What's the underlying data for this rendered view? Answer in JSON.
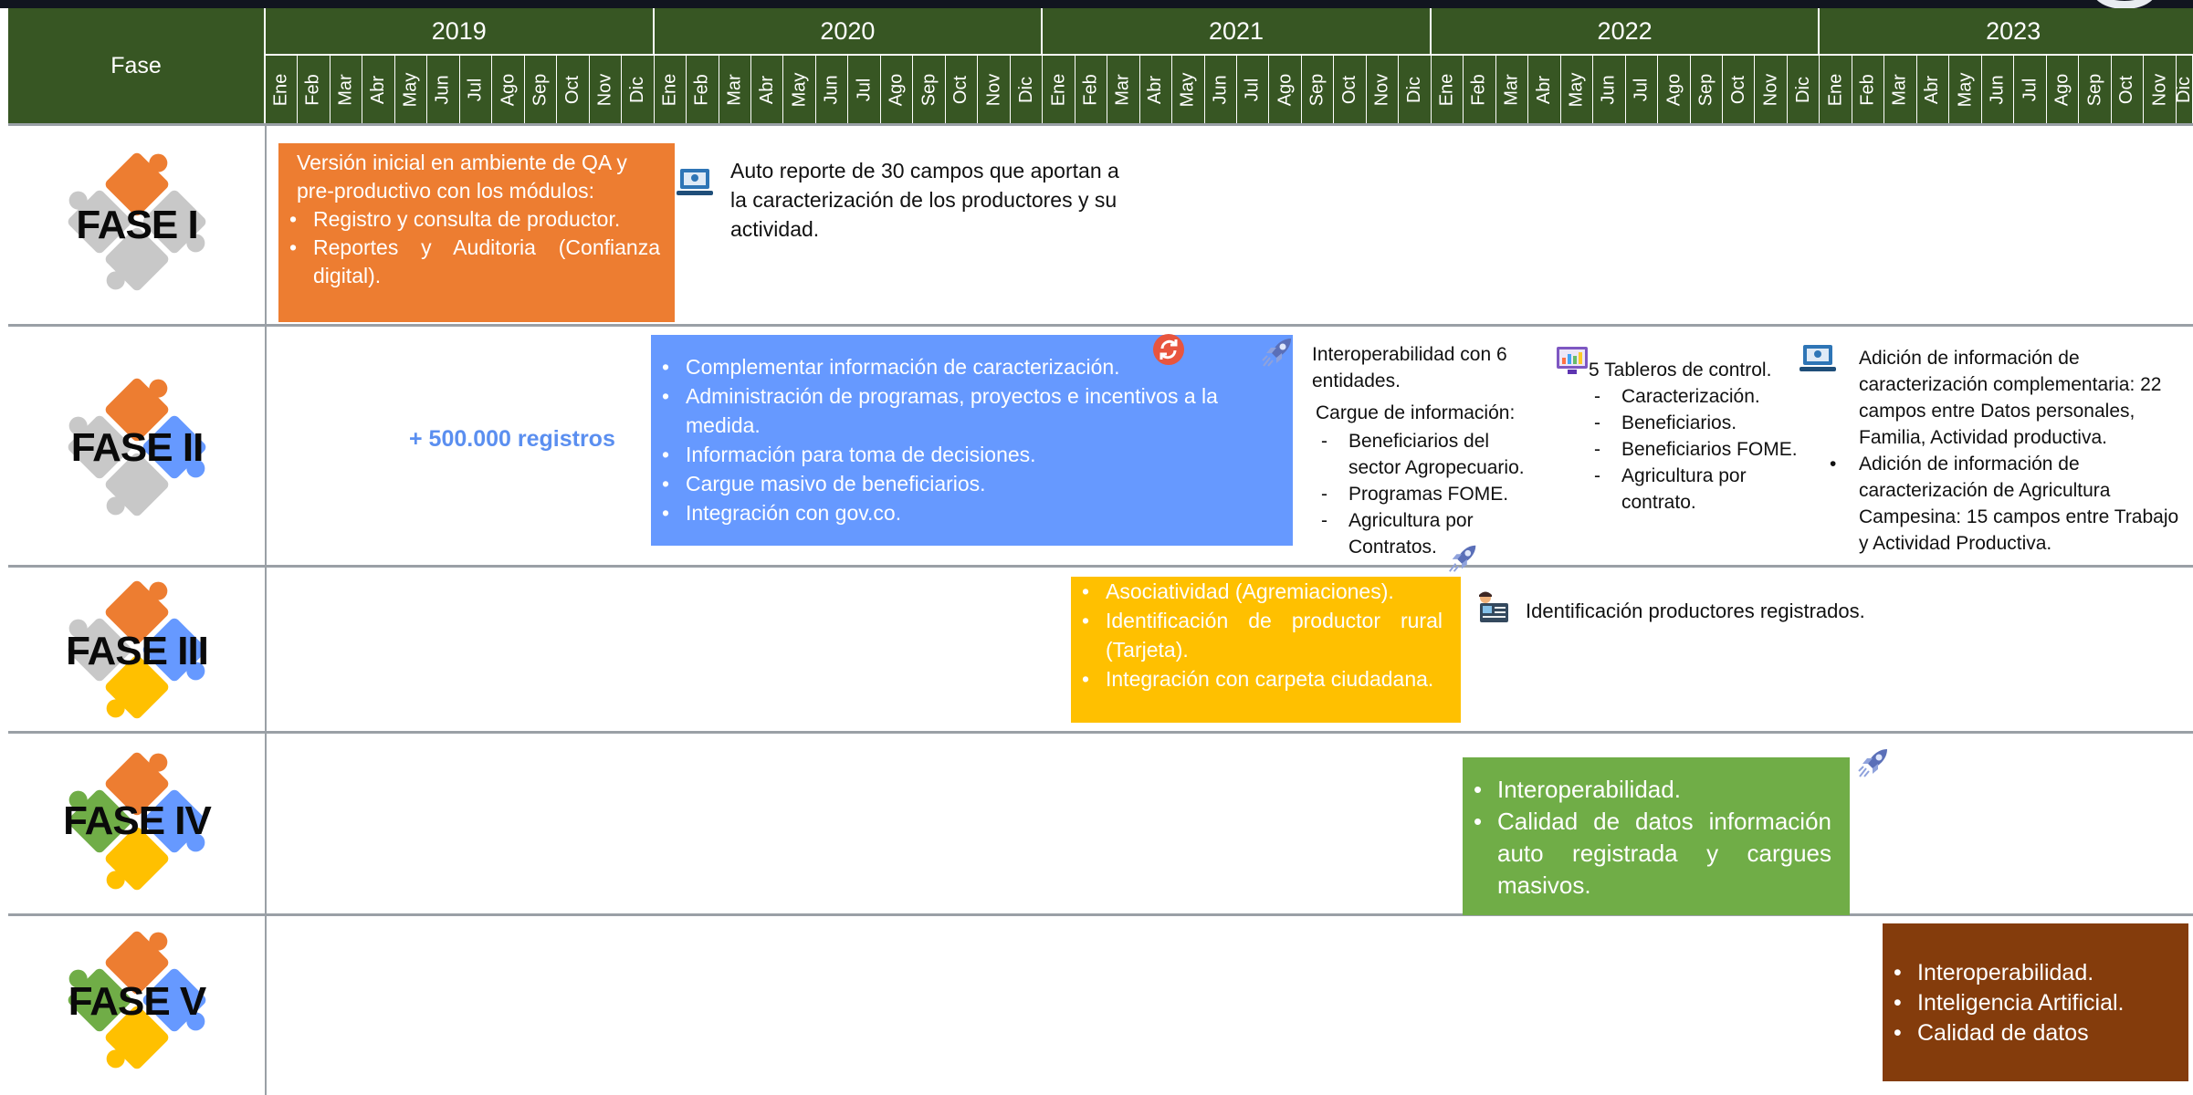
{
  "header": {
    "fase_label": "Fase",
    "years": [
      "2019",
      "2020",
      "2021",
      "2022",
      "2023"
    ],
    "months": [
      "Ene",
      "Feb",
      "Mar",
      "Abr",
      "May",
      "Jun",
      "Jul",
      "Ago",
      "Sep",
      "Oct",
      "Nov",
      "Dic"
    ]
  },
  "colors": {
    "header_green": "#375623",
    "phase1_orange": "#ed7d31",
    "phase2_blue": "#6699ff",
    "phase3_yellow": "#ffc000",
    "phase4_green": "#70ad47",
    "phase5_brown": "#843c0c",
    "registros_blue": "#5b8ff0"
  },
  "phases": {
    "f1": {
      "label": "FASE I",
      "box": {
        "intro": "Versión inicial en ambiente de QA y pre-productivo con los módulos:",
        "items": [
          "Registro y consulta de productor.",
          "Reportes y Auditoria (Confianza digital)."
        ]
      },
      "note": "Auto reporte de 30 campos que aportan a la caracterización de los productores y su actividad.",
      "note_icon": "laptop-icon"
    },
    "f2": {
      "label": "FASE II",
      "registros": "+ 500.000 registros",
      "box": {
        "items": [
          "Complementar información de caracterización.",
          "Administración de programas, proyectos e incentivos a la medida.",
          "Información para toma de decisiones.",
          "Cargue masivo de beneficiarios.",
          "Integración con gov.co."
        ]
      },
      "interop": {
        "title": "Interoperabilidad con 6 entidades.",
        "cargue": "Cargue de información:",
        "items": [
          "Beneficiarios del sector Agropecuario.",
          "Programas FOME.",
          "Agricultura por Contratos."
        ]
      },
      "tableros": {
        "title": "5 Tableros de control.",
        "items": [
          "Caracterización.",
          "Beneficiarios.",
          "Beneficiarios FOME.",
          "Agricultura por contrato."
        ]
      },
      "adicion": {
        "first": "Adición de  información de caracterización complementaria: 22 campos entre Datos personales, Familia, Actividad productiva.",
        "second": "Adición de  información de caracterización de Agricultura Campesina: 15 campos entre Trabajo y Actividad Productiva."
      }
    },
    "f3": {
      "label": "FASE III",
      "box": {
        "items": [
          "Asociatividad (Agremiaciones).",
          "Identificación de productor rural (Tarjeta).",
          "Integración con carpeta ciudadana."
        ]
      },
      "note": "Identificación productores registrados.",
      "note_icon": "id-card-icon"
    },
    "f4": {
      "label": "FASE IV",
      "box": {
        "items": [
          "Interoperabilidad.",
          "Calidad de datos información auto registrada y cargues masivos."
        ]
      }
    },
    "f5": {
      "label": "FASE V",
      "box": {
        "items": [
          "Interoperabilidad.",
          "Inteligencia Artificial.",
          "Calidad de datos"
        ]
      }
    }
  }
}
